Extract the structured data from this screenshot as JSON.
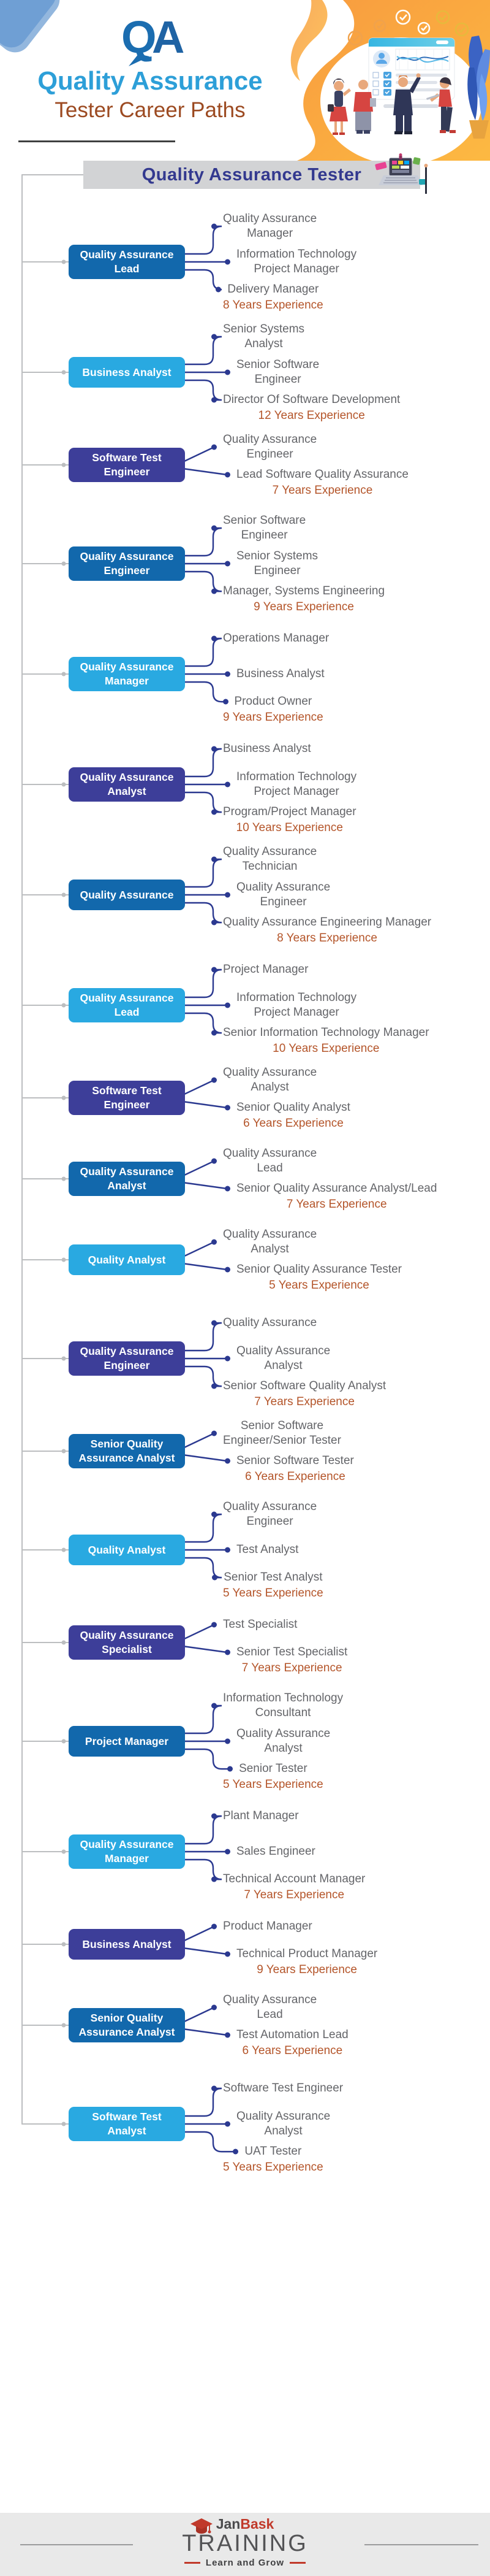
{
  "palette": {
    "box_colors": [
      "#1268ac",
      "#29a9e1",
      "#3d3e99"
    ],
    "branch_line": "#2b3990",
    "branch_text": "#646569",
    "experience_text": "#b4552a",
    "trunk_line": "#bcbec0",
    "title_bar_bg": "#d2d3d5",
    "title_bar_text": "#33398f",
    "header_title_color": "#2d9fd8",
    "header_subtitle_color": "#9c4a21",
    "accent_orange": "#f79b4a"
  },
  "header": {
    "logo_q": "Q",
    "logo_a": "A",
    "title": "Quality Assurance",
    "subtitle": "Tester Career Paths"
  },
  "title_bar": {
    "label": "Quality Assurance Tester"
  },
  "sections": [
    {
      "box": "Quality Assurance Lead",
      "branches": [
        {
          "label": "Quality Assurance\nManager"
        },
        {
          "label": "Information Technology\nProject Manager"
        },
        {
          "label": "Delivery Manager",
          "experience": "8 Years Experience"
        }
      ]
    },
    {
      "box": "Business Analyst",
      "branches": [
        {
          "label": "Senior Systems\nAnalyst"
        },
        {
          "label": "Senior Software\nEngineer"
        },
        {
          "label": "Director Of Software Development",
          "experience": "12 Years Experience"
        }
      ]
    },
    {
      "box": "Software Test Engineer",
      "branches": [
        {
          "label": "Quality Assurance\nEngineer"
        },
        {
          "label": "Lead Software Quality Assurance",
          "experience": "7 Years Experience"
        }
      ]
    },
    {
      "box": "Quality Assurance Engineer",
      "branches": [
        {
          "label": "Senior Software\nEngineer"
        },
        {
          "label": "Senior Systems\nEngineer"
        },
        {
          "label": "Manager, Systems Engineering",
          "experience": "9 Years Experience"
        }
      ]
    },
    {
      "box": "Quality Assurance Manager",
      "branches": [
        {
          "label": "Operations Manager"
        },
        {
          "label": "Business Analyst"
        },
        {
          "label": "Product Owner",
          "experience": "9 Years Experience"
        }
      ]
    },
    {
      "box": "Quality Assurance Analyst",
      "branches": [
        {
          "label": "Business Analyst"
        },
        {
          "label": "Information Technology\nProject Manager"
        },
        {
          "label": "Program/Project Manager",
          "experience": "10 Years Experience"
        }
      ]
    },
    {
      "box": "Quality Assurance",
      "branches": [
        {
          "label": "Quality Assurance\nTechnician"
        },
        {
          "label": "Quality Assurance\nEngineer"
        },
        {
          "label": "Quality Assurance Engineering Manager",
          "experience": "8 Years Experience"
        }
      ]
    },
    {
      "box": "Quality Assurance Lead",
      "branches": [
        {
          "label": "Project Manager"
        },
        {
          "label": "Information Technology\nProject Manager"
        },
        {
          "label": "Senior Information Technology Manager",
          "experience": "10 Years Experience"
        }
      ]
    },
    {
      "box": "Software Test Engineer",
      "branches": [
        {
          "label": "Quality Assurance\nAnalyst"
        },
        {
          "label": "Senior Quality Analyst",
          "experience": "6 Years Experience"
        }
      ]
    },
    {
      "box": "Quality Assurance Analyst",
      "branches": [
        {
          "label": "Quality Assurance\nLead"
        },
        {
          "label": "Senior Quality Assurance Analyst/Lead",
          "experience": "7 Years Experience"
        }
      ]
    },
    {
      "box": "Quality Analyst",
      "branches": [
        {
          "label": "Quality Assurance\nAnalyst"
        },
        {
          "label": "Senior Quality Assurance Tester",
          "experience": "5 Years Experience"
        }
      ]
    },
    {
      "box": "Quality Assurance Engineer",
      "branches": [
        {
          "label": "Quality Assurance"
        },
        {
          "label": "Quality Assurance\nAnalyst"
        },
        {
          "label": "Senior Software Quality Analyst",
          "experience": "7 Years Experience"
        }
      ]
    },
    {
      "box": "Senior Quality Assurance Analyst",
      "branches": [
        {
          "label": "Senior Software\nEngineer/Senior Tester"
        },
        {
          "label": "Senior Software Tester",
          "experience": "6 Years Experience"
        }
      ]
    },
    {
      "box": "Quality Analyst",
      "branches": [
        {
          "label": "Quality Assurance\nEngineer"
        },
        {
          "label": "Test Analyst"
        },
        {
          "label": "Senior Test Analyst",
          "experience": "5 Years Experience"
        }
      ]
    },
    {
      "box": "Quality Assurance Specialist",
      "branches": [
        {
          "label": "Test Specialist"
        },
        {
          "label": "Senior Test Specialist",
          "experience": "7 Years Experience"
        }
      ]
    },
    {
      "box": "Project Manager",
      "branches": [
        {
          "label": "Information Technology\nConsultant"
        },
        {
          "label": "Quality Assurance\nAnalyst"
        },
        {
          "label": "Senior Tester",
          "experience": "5 Years Experience"
        }
      ]
    },
    {
      "box": "Quality Assurance Manager",
      "branches": [
        {
          "label": "Plant Manager"
        },
        {
          "label": "Sales Engineer"
        },
        {
          "label": "Technical Account Manager",
          "experience": "7 Years Experience"
        }
      ]
    },
    {
      "box": "Business Analyst",
      "branches": [
        {
          "label": "Product Manager"
        },
        {
          "label": "Technical Product Manager",
          "experience": "9 Years Experience"
        }
      ]
    },
    {
      "box": "Senior Quality Assurance Analyst",
      "branches": [
        {
          "label": "Quality Assurance\nLead"
        },
        {
          "label": "Test Automation Lead",
          "experience": "6 Years Experience"
        }
      ]
    },
    {
      "box": "Software Test Analyst",
      "branches": [
        {
          "label": "Software Test Engineer"
        },
        {
          "label": "Quality Assurance\nAnalyst"
        },
        {
          "label": "UAT Tester",
          "experience": "5 Years Experience"
        }
      ]
    }
  ],
  "footer": {
    "brand_first": "Jan",
    "brand_second": "Bask",
    "brand_third": "TRAINING",
    "tagline": "Learn and Grow"
  }
}
